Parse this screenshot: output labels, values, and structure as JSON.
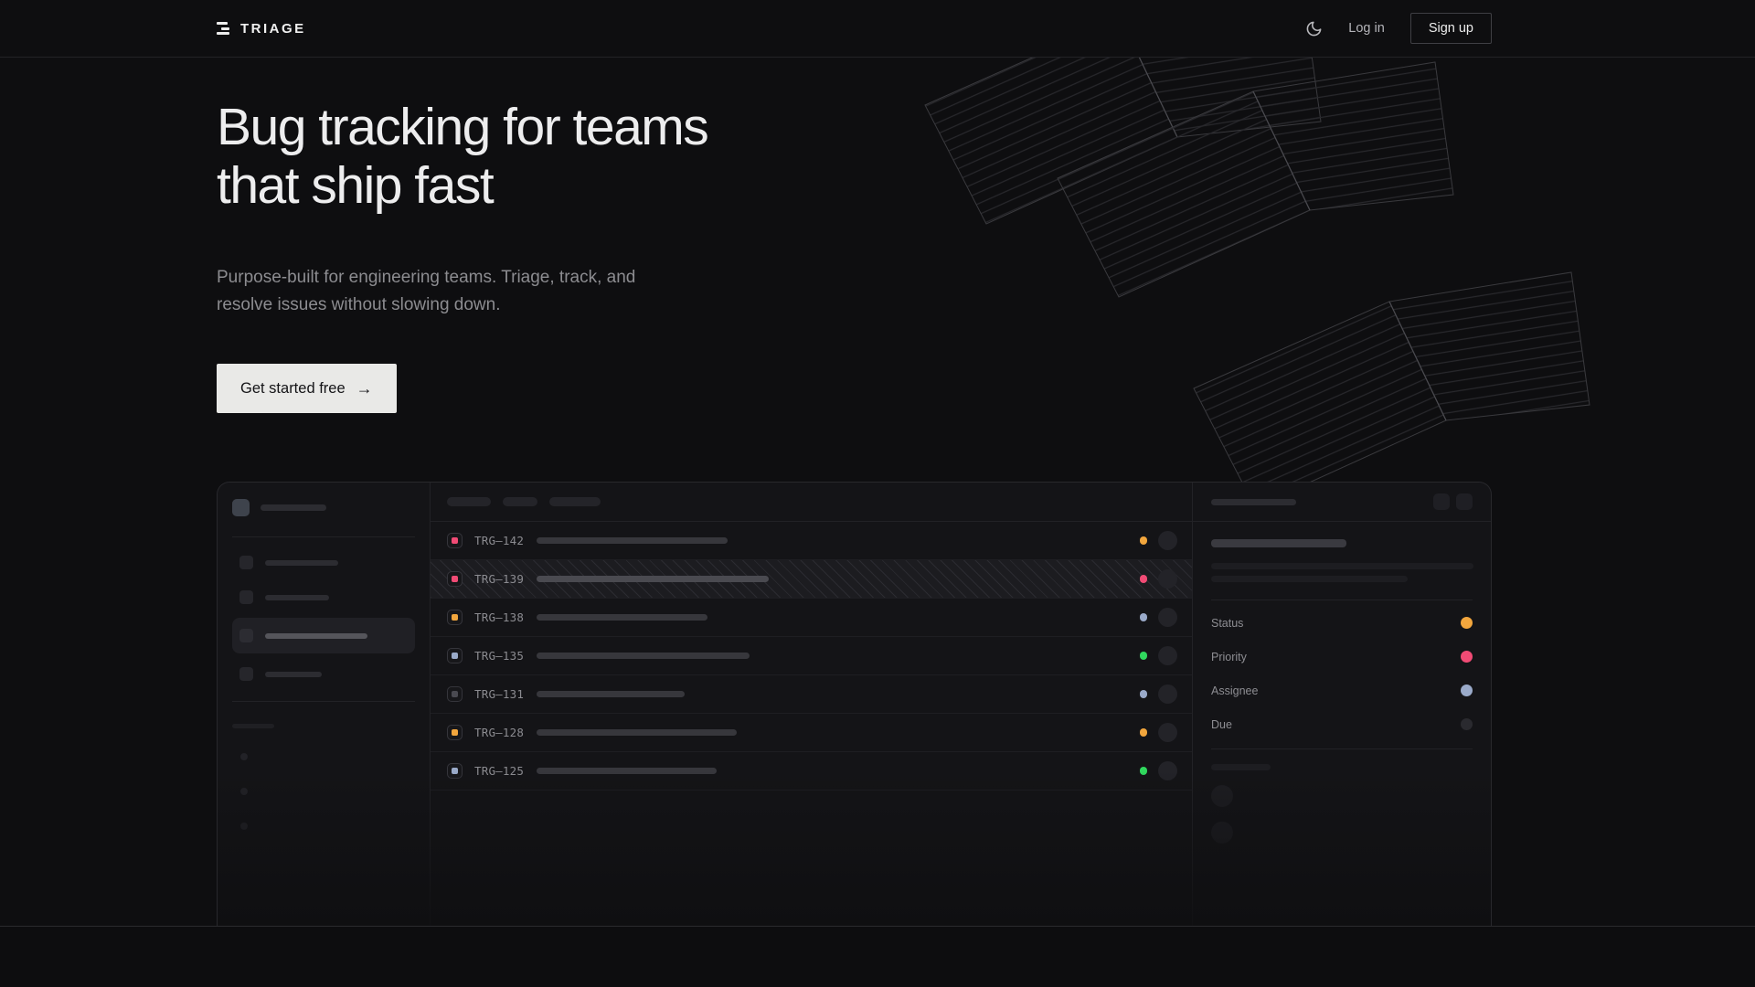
{
  "nav": {
    "brand": "TRIAGE",
    "login_label": "Log in",
    "signup_label": "Sign up",
    "theme_icon": "moon-icon"
  },
  "hero": {
    "title_line1": "Bug tracking for teams",
    "title_line2": "that ship fast",
    "subtitle_line1": "Purpose-built for engineering teams. Triage, track, and",
    "subtitle_line2": "resolve issues without slowing down.",
    "cta_label": "Get started free",
    "cta_arrow": "→"
  },
  "colors": {
    "amber": "#f2a63d",
    "pink": "#f14b75",
    "green": "#30d85e",
    "slate": "#9aaac9",
    "gray": "#4a4a51",
    "muted": "#2a2a2f",
    "cta_bg": "#e9e9e7",
    "page_bg": "#0e0e10"
  },
  "mockup": {
    "sidebar": {
      "items": [
        {
          "width": 80,
          "active": false
        },
        {
          "width": 70,
          "active": false
        },
        {
          "width": 112,
          "active": true
        },
        {
          "width": 62,
          "active": false
        }
      ],
      "dot_count": 3
    },
    "issues": [
      {
        "id": "TRG–142",
        "icon_color": "#f14b75",
        "title_width": 209,
        "status_color": "#f2a63d",
        "selected": false
      },
      {
        "id": "TRG–139",
        "icon_color": "#f14b75",
        "title_width": 254,
        "status_color": "#f14b75",
        "selected": true
      },
      {
        "id": "TRG–138",
        "icon_color": "#f2a63d",
        "title_width": 187,
        "status_color": "#9aaac9",
        "selected": false
      },
      {
        "id": "TRG–135",
        "icon_color": "#9aaac9",
        "title_width": 233,
        "status_color": "#30d85e",
        "selected": false
      },
      {
        "id": "TRG–131",
        "icon_color": "#4a4a51",
        "title_width": 162,
        "status_color": "#9aaac9",
        "selected": false
      },
      {
        "id": "TRG–128",
        "icon_color": "#f2a63d",
        "title_width": 219,
        "status_color": "#f2a63d",
        "selected": false
      },
      {
        "id": "TRG–125",
        "icon_color": "#9aaac9",
        "title_width": 197,
        "status_color": "#30d85e",
        "selected": false
      }
    ],
    "detail_fields": [
      {
        "label": "Status",
        "color": "#f2a63d"
      },
      {
        "label": "Priority",
        "color": "#f14b75"
      },
      {
        "label": "Assignee",
        "color": "#9aaac9"
      },
      {
        "label": "Due",
        "color": "#2a2a2f"
      }
    ]
  }
}
